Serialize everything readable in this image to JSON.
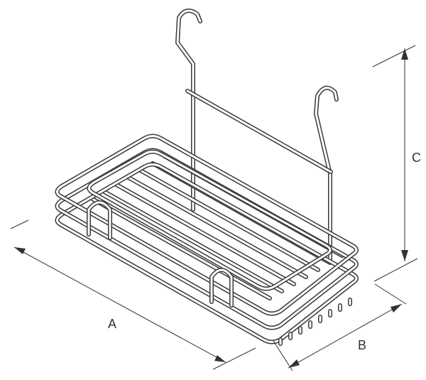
{
  "diagram": {
    "dimension_labels": {
      "a": "A",
      "b": "B",
      "c": "C"
    }
  }
}
